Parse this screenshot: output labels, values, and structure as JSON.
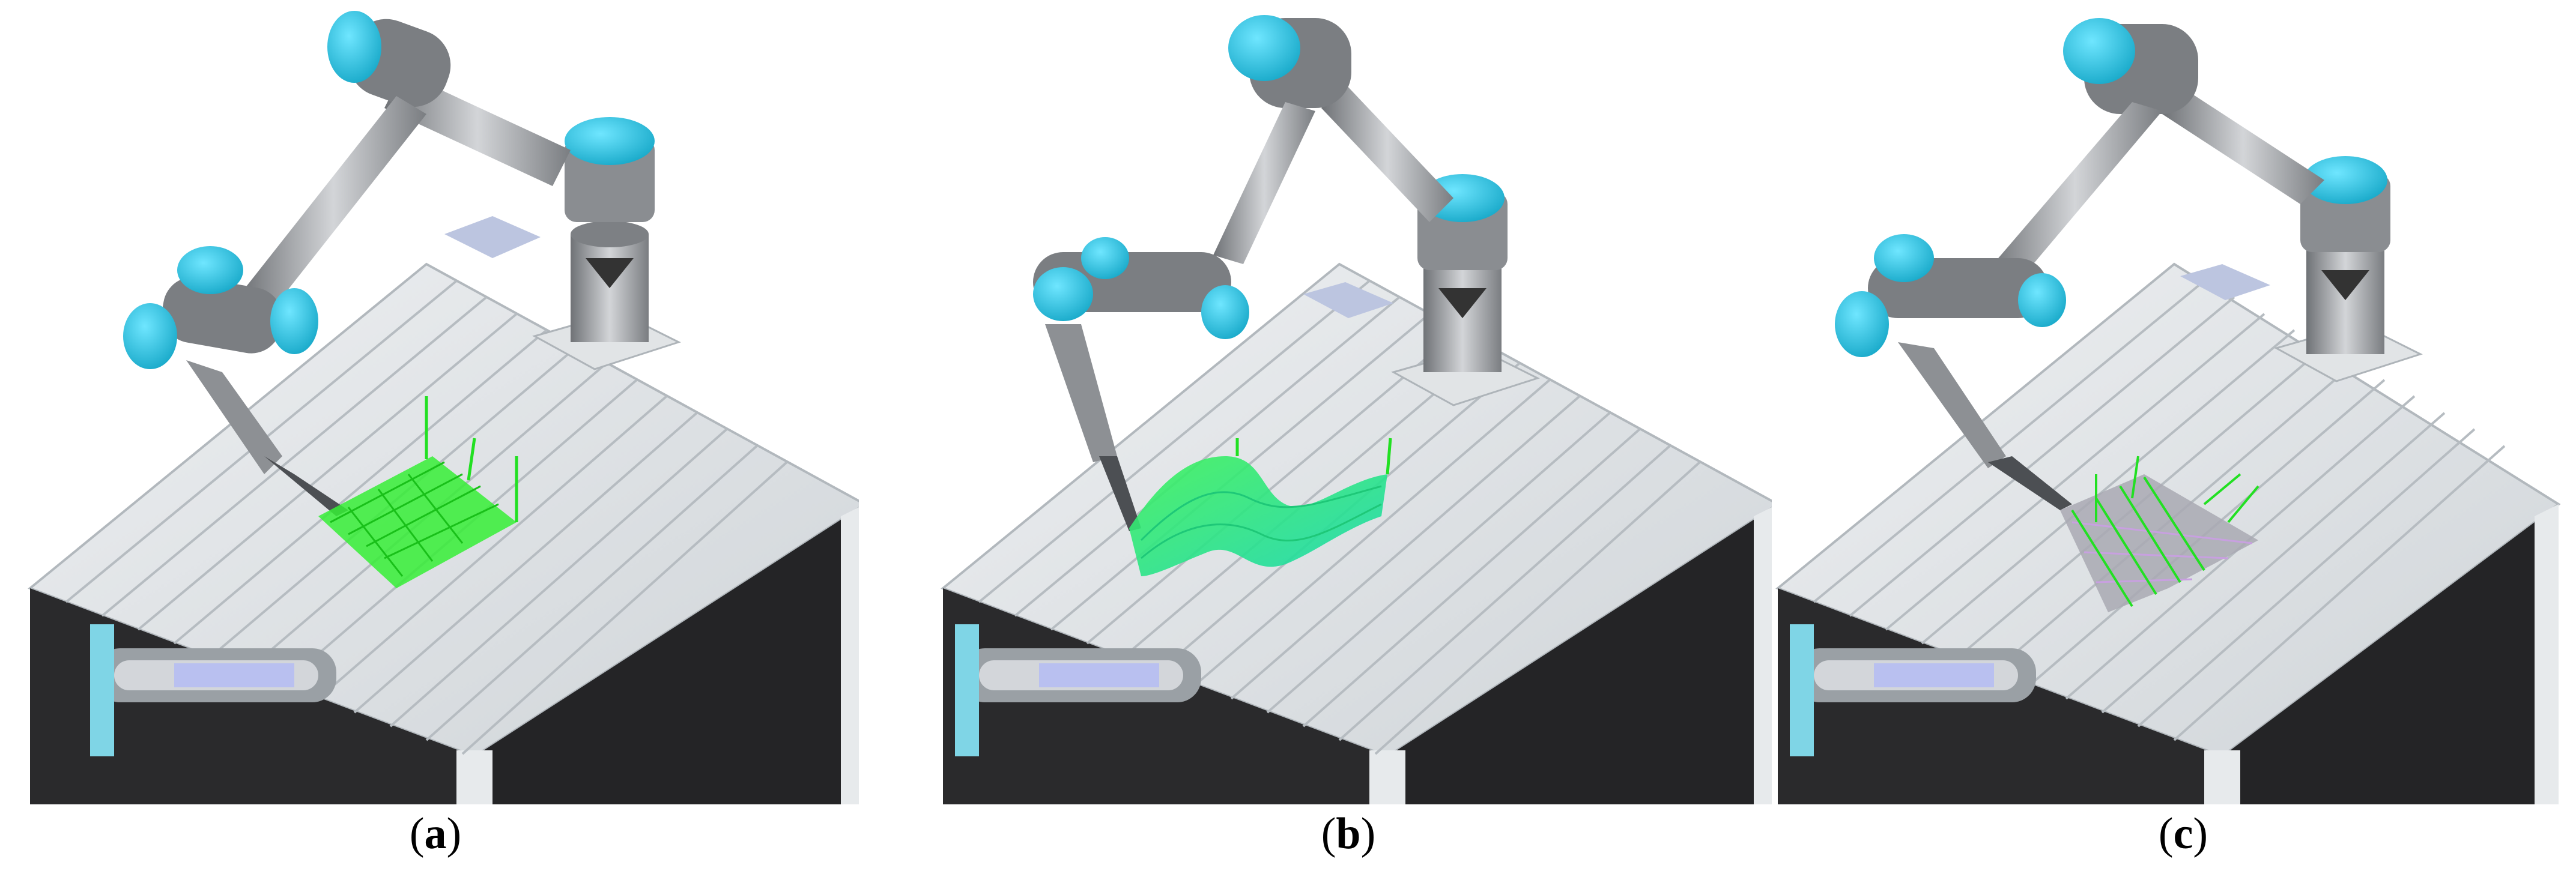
{
  "panels": [
    {
      "id": "a",
      "caption_open": "(",
      "caption_letter": "a",
      "caption_close": ")",
      "path_style": "green-grid-square"
    },
    {
      "id": "b",
      "caption_open": "(",
      "caption_letter": "b",
      "caption_close": ")",
      "path_style": "green-wave-surface"
    },
    {
      "id": "c",
      "caption_open": "(",
      "caption_letter": "c",
      "caption_close": ")",
      "path_style": "grey-mesh-with-green-normals"
    }
  ],
  "colors": {
    "joint_cap": "#29c8e8",
    "joint_cap_dark": "#169ab8",
    "arm_grey": "#8d9094",
    "arm_light": "#c9cbce",
    "arm_dark": "#5a5d61",
    "table_top": "#dfe3e6",
    "table_rib": "#bfc5ca",
    "cabinet_black": "#232325",
    "path_green": "#2ef03a",
    "path_teal": "#1fe0a0",
    "mesh_grey": "#a9a9b3"
  }
}
